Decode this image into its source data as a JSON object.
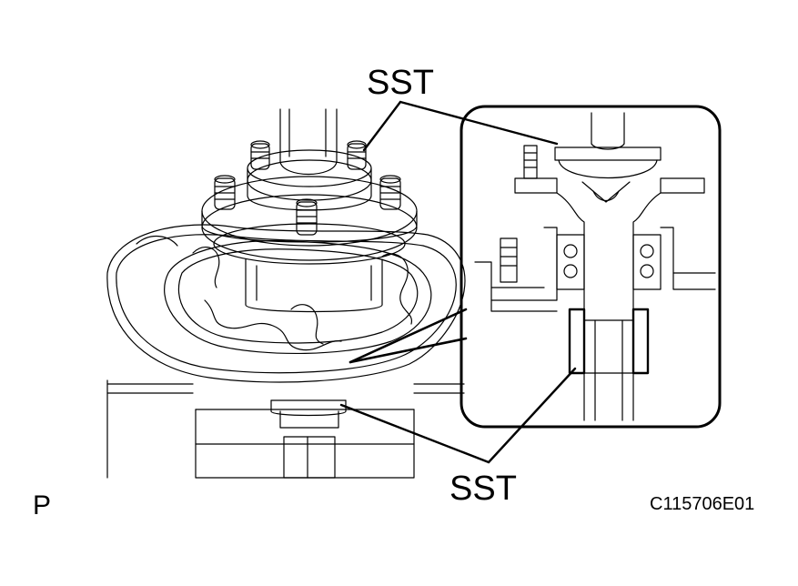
{
  "labels": {
    "sst_top": "SST",
    "sst_bottom": "SST",
    "view_marker": "P",
    "figure_code": "C115706E01"
  },
  "colors": {
    "line": "#000000",
    "background": "#ffffff"
  }
}
